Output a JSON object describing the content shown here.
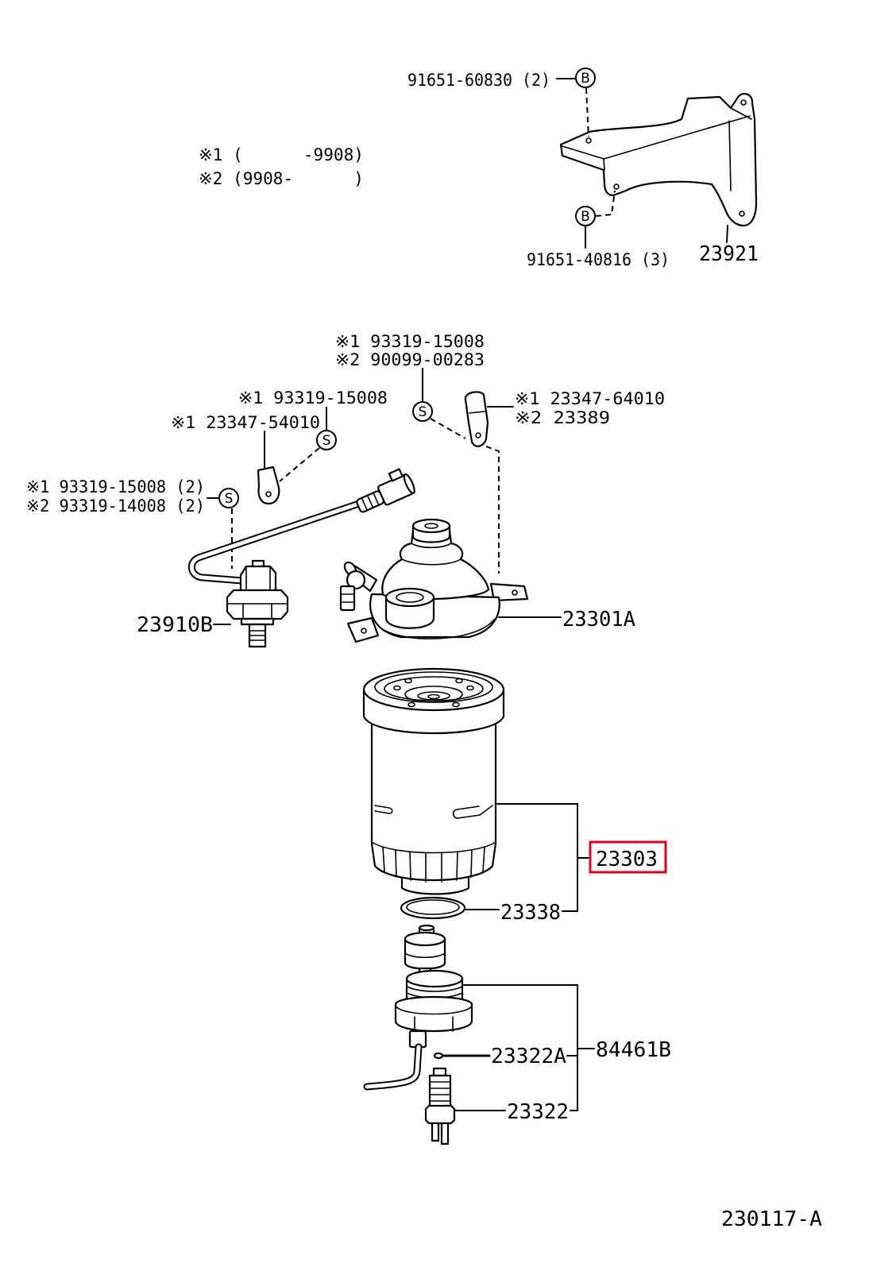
{
  "notes": {
    "line_1": "※1 (      -9908)",
    "line_2": "※2 (9908-      )"
  },
  "markers": {
    "b": "B",
    "s": "S"
  },
  "callouts": {
    "bolt_upper": "91651-60830 (2)",
    "bolt_lower": "91651-40816 (3)",
    "bracket": "23921",
    "top_s_1": "※1 93319-15008",
    "top_s_2": "※2 90099-00283",
    "mid_s_1": "※1 93319-15008",
    "left_clip_1": "※1 23347-54010",
    "right_clip_1": "※1 23347-64010",
    "right_clip_2": "※2 23389",
    "left_s_1": "※1 93319-15008 (2)",
    "left_s_2": "※2 93319-14008 (2)",
    "sensor": "23910B",
    "filter_head": "23301A",
    "filter_element": "23303",
    "gasket": "23338",
    "drain_assy": "84461B",
    "o_ring": "23322A",
    "switch": "23322"
  },
  "illustration_code": "230117-A",
  "colors": {
    "highlight": "#e3001b"
  }
}
